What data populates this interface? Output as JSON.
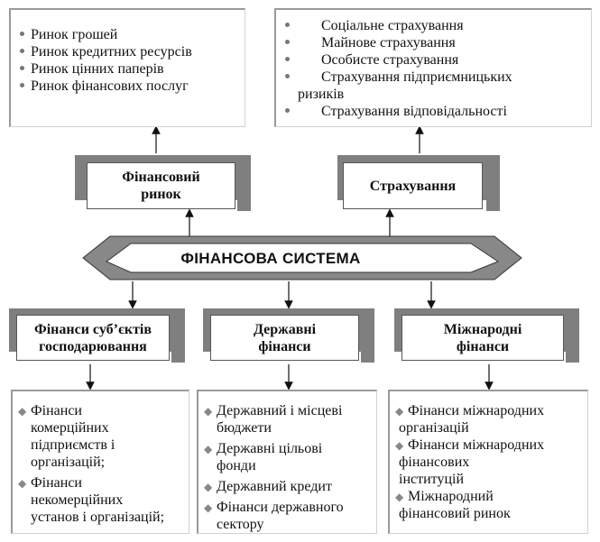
{
  "system": {
    "title": "ФІНАНСОВА СИСТЕМА"
  },
  "top_left": {
    "heading": "Фінансовий\nринок",
    "items": [
      "Ринок грошей",
      "Ринок кредитних ресурсів",
      "Ринок цінних паперів",
      "Ринок фінансових послуг"
    ]
  },
  "top_right": {
    "heading": "Страхування",
    "items": [
      "Соціальне страхування",
      "Майнове страхування",
      "Особисте страхування",
      "Страхування підприємницьких",
      "ризиків",
      "Страхування відповідальності"
    ]
  },
  "bottom_left": {
    "heading": "Фінанси суб’єктів\nгосподарювання",
    "items": [
      "Фінанси",
      "комерційних",
      "підприємств і",
      "організацій;",
      "Фінанси",
      "некомерційних",
      "установ і організацій;"
    ]
  },
  "bottom_middle": {
    "heading": "Державні\nфінанси",
    "items": [
      "Державний і місцеві",
      "бюджети",
      "Державні цільові",
      "фонди",
      "Державний кредит",
      "Фінанси державного",
      "сектору"
    ]
  },
  "bottom_right": {
    "heading": "Міжнародні\nфінанси",
    "items": [
      "Фінанси міжнародних",
      "організацій",
      "Фінанси міжнародних",
      "фінансових",
      "інституцій",
      "Міжнародний",
      "фінансовий ринок"
    ]
  }
}
